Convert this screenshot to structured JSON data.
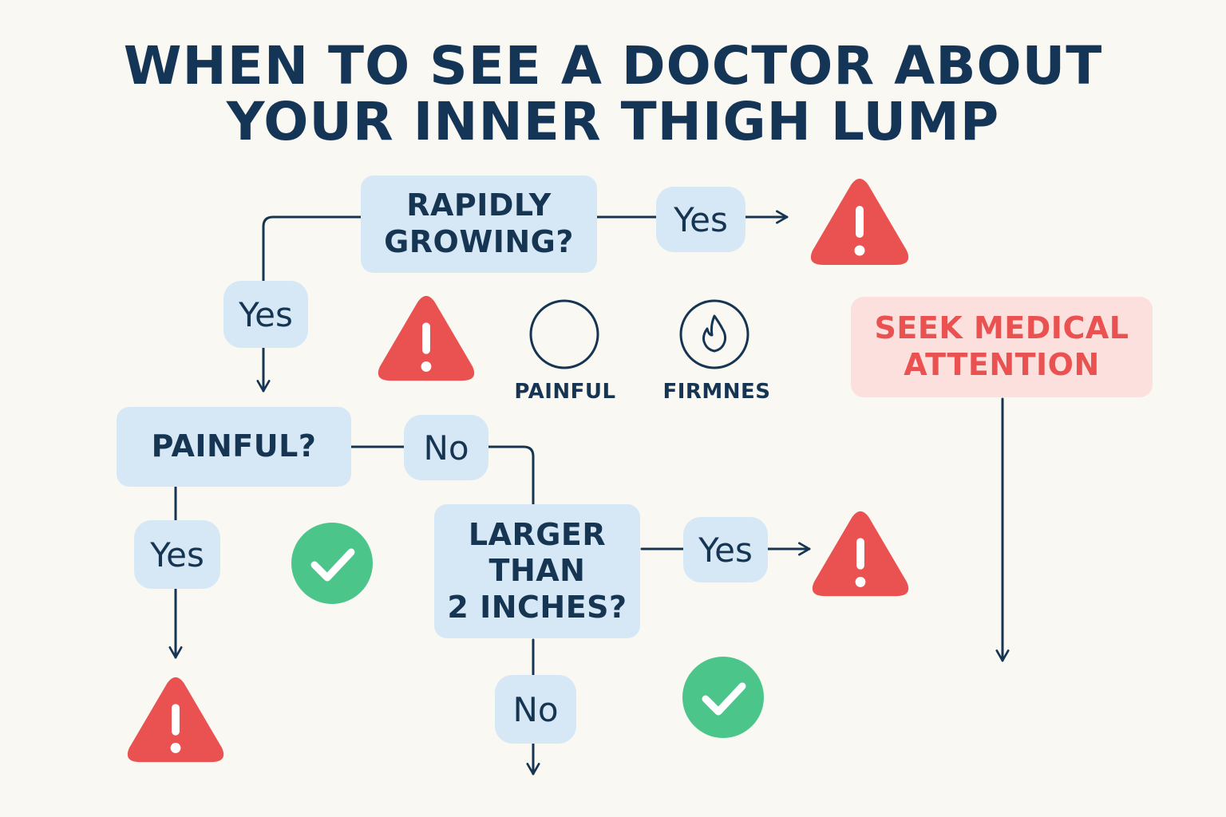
{
  "title": {
    "line1": "WHEN TO SEE A DOCTOR ABOUT",
    "line2": "YOUR INNER THIGH LUMP"
  },
  "nodes": {
    "rapidly_growing": {
      "line1": "RAPIDLY",
      "line2": "GROWING?"
    },
    "painful": {
      "label": "PAINFUL?"
    },
    "larger": {
      "line1": "LARGER",
      "line2": "THAN",
      "line3": "2 INCHES?"
    }
  },
  "branches": {
    "rapid_right": "Yes",
    "rapid_down": "Yes",
    "painful_right": "No",
    "painful_down": "Yes",
    "larger_right": "Yes",
    "larger_down": "No"
  },
  "legend": {
    "painful": "PAINFUL",
    "firmness": "FIRMNES"
  },
  "outcome": {
    "line1": "SEEK MEDICAL",
    "line2": "ATTENTION"
  },
  "icons": {
    "warning": "warning-triangle-icon",
    "ok": "check-circle-icon",
    "painful": "empty-circle-icon",
    "firmness": "flame-circle-icon"
  },
  "colors": {
    "title": "#143556",
    "node_fill": "#d6e8f6",
    "warning": "#ea5252",
    "ok": "#4cc58a",
    "outcome_fill": "#fbe0dd",
    "line": "#163552"
  }
}
